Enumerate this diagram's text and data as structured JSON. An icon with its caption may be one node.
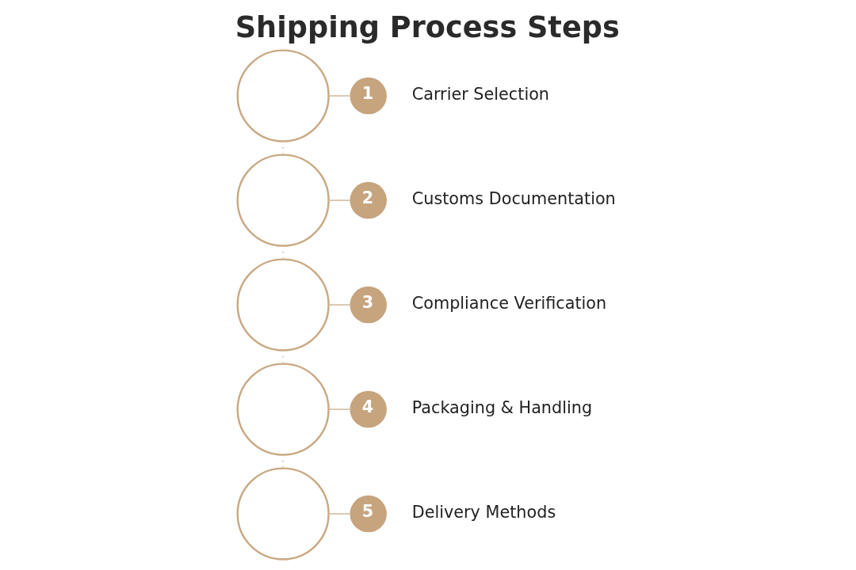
{
  "diagram": {
    "title": "Shipping Process Steps",
    "nodes": [
      {
        "text": [],
        "shape": "circle"
      },
      {
        "text": [
          "1"
        ],
        "beside": [
          "Carrier Selection"
        ]
      },
      {
        "text": [],
        "shape": "circle"
      },
      {
        "text": [
          "2"
        ],
        "beside": [
          "Customs Documentation"
        ]
      },
      {
        "text": [],
        "shape": "circle"
      },
      {
        "text": [
          "3"
        ],
        "beside": [
          "Compliance Verification"
        ]
      },
      {
        "text": [],
        "shape": "circle"
      },
      {
        "text": [
          "4"
        ],
        "beside": [
          "Packaging & Handling"
        ]
      },
      {
        "text": [],
        "shape": "circle"
      },
      {
        "text": [
          "5"
        ],
        "beside": [
          "Delivery Methods"
        ]
      }
    ],
    "edges": [
      {
        "from": 0,
        "to": 1,
        "arrow": "none"
      },
      {
        "from": 0,
        "to": 2,
        "arrow": "none",
        "style": "dashed"
      },
      {
        "from": 2,
        "to": 3,
        "arrow": "none"
      },
      {
        "from": 2,
        "to": 4,
        "arrow": "none",
        "style": "dashed"
      },
      {
        "from": 4,
        "to": 5,
        "arrow": "none"
      },
      {
        "from": 4,
        "to": 6,
        "arrow": "none",
        "style": "dashed"
      },
      {
        "from": 6,
        "to": 7,
        "arrow": "none"
      },
      {
        "from": 6,
        "to": 8,
        "arrow": "none",
        "style": "dashed"
      },
      {
        "from": 8,
        "to": 9,
        "arrow": "none"
      }
    ]
  }
}
